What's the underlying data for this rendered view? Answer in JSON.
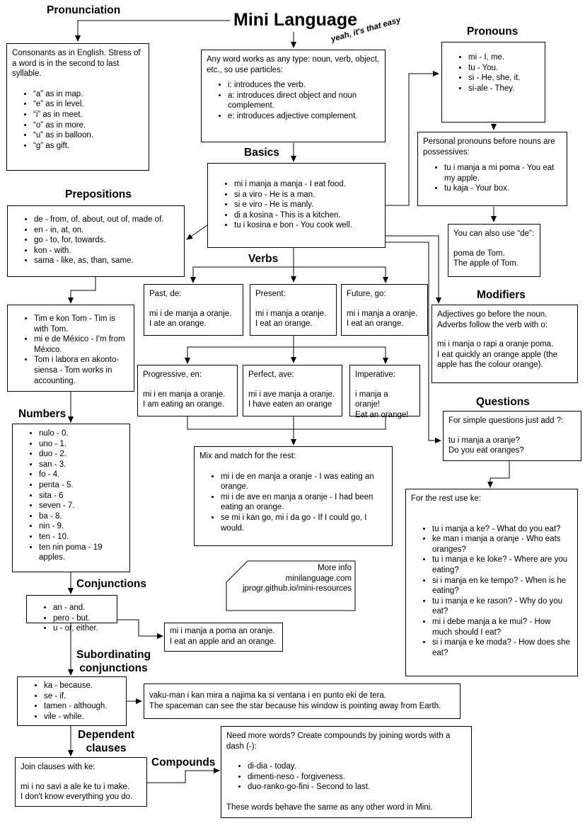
{
  "title": "Mini Language",
  "tagline": "yeah, it's that easy",
  "headings": {
    "pronunciation": "Pronunciation",
    "pronouns": "Pronouns",
    "basics": "Basics",
    "prepositions": "Prepositions",
    "verbs": "Verbs",
    "modifiers": "Modifiers",
    "numbers": "Numbers",
    "questions": "Questions",
    "conjunctions": "Conjunctions",
    "subordinating": "Subordinating\nconjunctions",
    "dependent": "Dependent\nclauses",
    "compounds": "Compounds"
  },
  "pronunciation": {
    "intro": "Consonants as in English. Stress of a word is in the second to last syllable.",
    "items": [
      "“a” as in map.",
      "“e” as in level.",
      "“i” as in meet.",
      "“o” as in more.",
      "“u” as in balloon.",
      "“g” as gift."
    ]
  },
  "particles": {
    "intro": "Any word works as any type: noun, verb, object, etc., so use particles:",
    "items": [
      "i: introduces the verb.",
      "a: introduces direct object and noun complement.",
      "e: introduces adjective complement."
    ]
  },
  "pronouns": {
    "items": [
      "mi - I, me.",
      "tu - You.",
      "si - He, she, it.",
      "si-ale - They."
    ]
  },
  "possessives": {
    "intro": "Personal pronouns before nouns are possessives:",
    "items": [
      "tu i manja a mi poma - You eat my apple.",
      "tu kaja - Your box."
    ]
  },
  "de_note": {
    "intro": "You can also use “de”:",
    "lines": "poma de Tom.\nThe apple of Tom."
  },
  "basics": {
    "items": [
      "mi i manja a manja - I eat food.",
      "si a viro - He is a man.",
      "si e viro - He is manly.",
      "di a kosina - This is a kitchen.",
      "tu i kosina e bon - You cook well."
    ]
  },
  "prepositions": {
    "items": [
      "de - from, of, about, out of, made of.",
      "en - in, at, on.",
      "go - to, for, towards.",
      "kon - with.",
      "sama - like, as, than, same."
    ]
  },
  "prep_examples": {
    "items": [
      "Tim e kon Tom - Tim is with Tom.",
      "mi e de México - I'm from México.",
      "Tom i labora en akonto-siensa - Tom works in accounting."
    ]
  },
  "verbs": {
    "past": {
      "label": "Past, de:",
      "lines": "mi i de manja a oranje.\nI ate an orange."
    },
    "present": {
      "label": "Present:",
      "lines": "mi i manja a oranje.\nI eat an orange."
    },
    "future": {
      "label": "Future, go:",
      "lines": "mi i manja a oranje.\nI eat an orange."
    },
    "progressive": {
      "label": "Progressive, en:",
      "lines": "mi i en manja a oranje.\nI am eating an orange."
    },
    "perfect": {
      "label": "Perfect, ave:",
      "lines": "mi i ave manja a oranje.\nI have eaten an orange"
    },
    "imperative": {
      "label": "Imperative:",
      "lines": "i manja a oranje!\nEat an orange!"
    }
  },
  "mix": {
    "intro": "Mix and match for the rest:",
    "items": [
      "mi i de en manja a oranje - I was eating an orange.",
      "mi i de ave en manja a oranje - I had been eating an orange.",
      "se mi i kan go, mi i da go - If I could go, I would."
    ]
  },
  "modifiers": {
    "intro": "Adjectives go before the noun.\nAdverbs follow the verb with o:",
    "lines": "mi i manja o rapi a oranje poma.\nI eat quickly an orange apple (the apple has the colour orange)."
  },
  "numbers": {
    "items": [
      "nulo - 0.",
      "uno - 1.",
      "duo - 2.",
      "san - 3.",
      "fo - 4.",
      "penta - 5.",
      "sita - 6",
      "seven - 7.",
      "ba - 8.",
      "nin - 9.",
      "ten - 10.",
      "ten nin poma - 19 apples."
    ]
  },
  "questions_simple": {
    "intro": "For simple questions just add ?:",
    "lines": "tu i manja a oranje?\nDo you eat oranges?"
  },
  "questions_ke": {
    "intro": "For the rest use ke:",
    "items": [
      "tu i manja a ke? - What do you eat?",
      "ke man i manja a oranje - Who eats oranges?",
      "tu i manja e ke loke? - Where are you eating?",
      "si i manja en ke tempo? - When is he eating?",
      "tu i manja e ke rason? - Why do you eat?",
      "mi i debe manja a ke mui? - How much should I eat?",
      "si i manja e ke moda? - How does she eat?"
    ]
  },
  "more_info": {
    "label": "More info",
    "links": [
      "minilanguage.com",
      "jprogr.github.io/mini-resources"
    ]
  },
  "conjunctions": {
    "items": [
      "an - and.",
      "pero - but.",
      "u - or, either."
    ]
  },
  "conj_example": {
    "lines": "mi i manja a poma an oranje.\nI eat an apple and an orange."
  },
  "subordinating": {
    "items": [
      "ka - because.",
      "se - if.",
      "tamen - although.",
      "vile - while."
    ]
  },
  "sub_example": {
    "lines": "vaku-man i kan mira a najima ka si ventana i en punto eki de tera.\nThe spaceman can see the star because his window is pointing away from Earth."
  },
  "dependent": {
    "intro": "Join clauses with ke:",
    "lines": "mi i no savi a ale ke tu i make.\nI don't know everything you do."
  },
  "compounds": {
    "intro": "Need more words? Create compounds by joining words with a dash (-):",
    "items": [
      "di-dia - today.",
      "dimenti-neso - forgiveness.",
      "duo-ranko-go-fini - Second to last."
    ],
    "outro": "These words behave the same as any other word in Mini."
  }
}
